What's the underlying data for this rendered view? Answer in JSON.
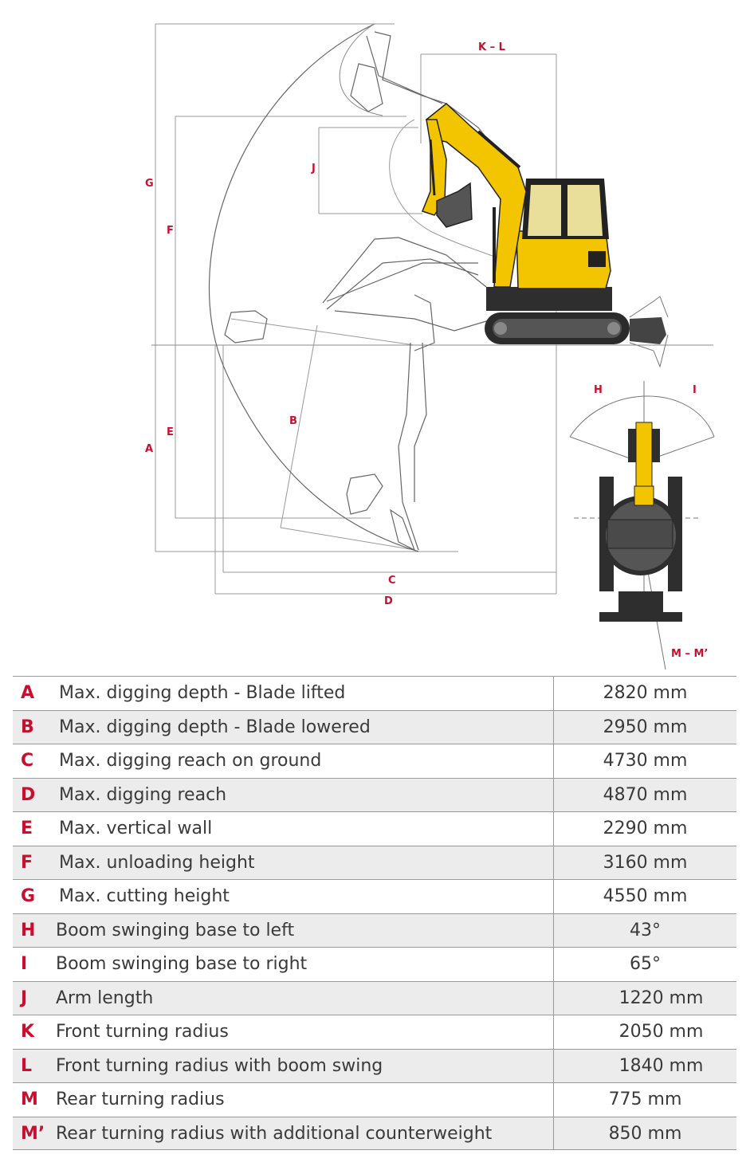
{
  "diagram": {
    "labels": {
      "A": "A",
      "B": "B",
      "C": "C",
      "D": "D",
      "E": "E",
      "F": "F",
      "G": "G",
      "J": "J",
      "KL": "K – L",
      "H": "H",
      "I": "I",
      "MM": "M – M’"
    },
    "colors": {
      "label": "#c8102e",
      "machine": "#f3c400",
      "line": "#777777"
    }
  },
  "specs": [
    {
      "letter": "A",
      "desc": "Max. digging depth - Blade lifted",
      "value": "2820 mm"
    },
    {
      "letter": "B",
      "desc": "Max. digging depth - Blade lowered",
      "value": "2950 mm"
    },
    {
      "letter": "C",
      "desc": "Max. digging reach on ground",
      "value": "4730 mm"
    },
    {
      "letter": "D",
      "desc": "Max. digging reach",
      "value": "4870 mm"
    },
    {
      "letter": "E",
      "desc": "Max. vertical wall",
      "value": "2290 mm"
    },
    {
      "letter": "F",
      "desc": "Max. unloading height",
      "value": "3160 mm"
    },
    {
      "letter": "G",
      "desc": "Max. cutting height",
      "value": "4550 mm"
    },
    {
      "letter": "H",
      "desc": "Boom swinging base to left",
      "value": "43°"
    },
    {
      "letter": "I",
      "desc": "Boom swinging base to right",
      "value": "65°"
    },
    {
      "letter": "J",
      "desc": "Arm length",
      "value": "1220 mm"
    },
    {
      "letter": "K",
      "desc": "Front turning radius",
      "value": "2050 mm"
    },
    {
      "letter": "L",
      "desc": "Front turning radius with boom swing",
      "value": "1840 mm"
    },
    {
      "letter": "M",
      "desc": "Rear turning radius",
      "value": "775 mm"
    },
    {
      "letter": "M’",
      "desc": "Rear turning radius with additional counterweight",
      "value": "850 mm"
    }
  ]
}
